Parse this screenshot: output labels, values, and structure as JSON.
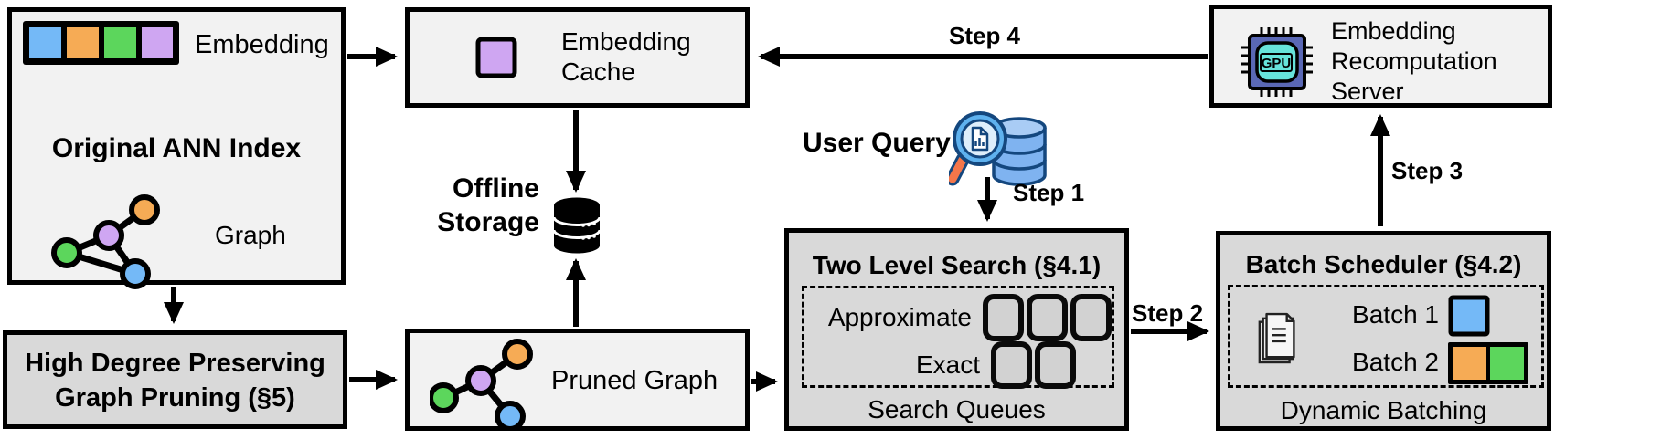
{
  "colors": {
    "blue": "#74b9f7",
    "orange": "#f6ab55",
    "green": "#5cd65c",
    "purple": "#cfa6f2",
    "box_light": "#f2f2f2",
    "box_dark": "#d9d9d9",
    "chip_body": "#5a68b5",
    "chip_core": "#67e3da",
    "db_fill": "#7fb3f0",
    "db_top": "#a9ccf5",
    "db_outline": "#14477e",
    "lens_rim": "#5fb2ef",
    "lens_glass": "#ddeefb",
    "handle_orange": "#f4764a"
  },
  "boxes": {
    "original_ann_index": {
      "title": "Original ANN Index",
      "embedding_label": "Embedding",
      "graph_label": "Graph"
    },
    "embedding_cache": {
      "label": "Embedding\nCache"
    },
    "recomputation_server": {
      "label": "Embedding\nRecomputation\nServer",
      "chip_text": "GPU"
    },
    "high_degree_pruning": {
      "title": "High Degree Preserving\nGraph Pruning (§5)"
    },
    "pruned_graph": {
      "label": "Pruned Graph"
    },
    "two_level_search": {
      "title": "Two Level Search (§4.1)",
      "row_approximate": "Approximate",
      "row_exact": "Exact",
      "caption": "Search Queues"
    },
    "batch_scheduler": {
      "title": "Batch Scheduler (§4.2)",
      "batch1_label": "Batch 1",
      "batch2_label": "Batch 2",
      "caption": "Dynamic Batching"
    }
  },
  "labels": {
    "offline_storage": "Offline\nStorage",
    "user_query": "User Query",
    "step1": "Step 1",
    "step2": "Step 2",
    "step3": "Step 3",
    "step4": "Step 4"
  }
}
